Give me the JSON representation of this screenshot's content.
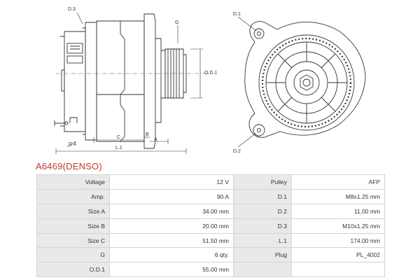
{
  "part_title": "A6469(DENSO)",
  "drawing_labels": {
    "d3": "D.3",
    "g": "G",
    "od1": "O.D.1",
    "d4": "D.4",
    "c": "C",
    "b": "B",
    "a": "A",
    "l1": "L.1",
    "d1": "D.1",
    "d2": "D.2"
  },
  "specs": [
    {
      "k1": "Voltage",
      "v1": "12 V",
      "k2": "Pulley",
      "v2": "AFP"
    },
    {
      "k1": "Amp.",
      "v1": "90 A",
      "k2": "D.1",
      "v2": "M8x1.25 mm"
    },
    {
      "k1": "Size A",
      "v1": "34.00 mm",
      "k2": "D.2",
      "v2": "11.00 mm"
    },
    {
      "k1": "Size B",
      "v1": "20.00 mm",
      "k2": "D.3",
      "v2": "M10x1.25 mm"
    },
    {
      "k1": "Size C",
      "v1": "51.50 mm",
      "k2": "L.1",
      "v2": "174.00 mm"
    },
    {
      "k1": "G",
      "v1": "6 qty.",
      "k2": "Plug",
      "v2": "PL_4002"
    },
    {
      "k1": "O.D.1",
      "v1": "55.00 mm",
      "k2": "",
      "v2": ""
    }
  ]
}
